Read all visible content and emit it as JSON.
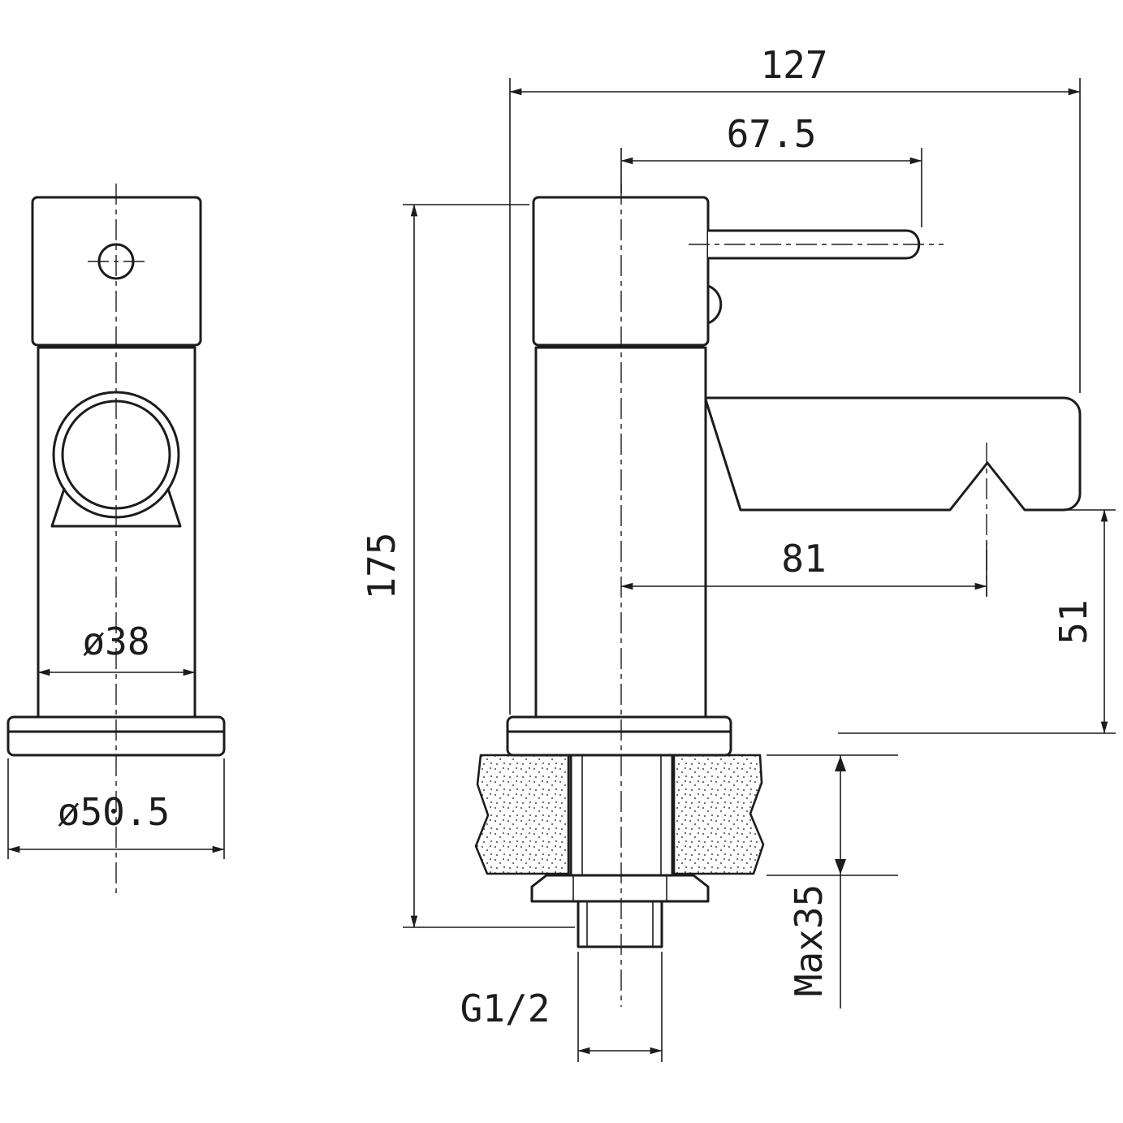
{
  "drawing": {
    "description": "Technical dimension drawing of a monobloc basin tap (faucet), front elevation and side elevation",
    "views": {
      "front": "front elevation",
      "side": "side elevation"
    }
  },
  "dims": {
    "overall_width": "127",
    "handle_reach": "67.5",
    "overall_height": "175",
    "spout_reach": "81",
    "outlet_height": "51",
    "body_diameter": "ø38",
    "base_diameter": "ø50.5",
    "max_panel_thickness": "Max35",
    "thread_size": "G1/2"
  },
  "colors": {
    "line": "#1c1c1c",
    "background": "#ffffff"
  }
}
